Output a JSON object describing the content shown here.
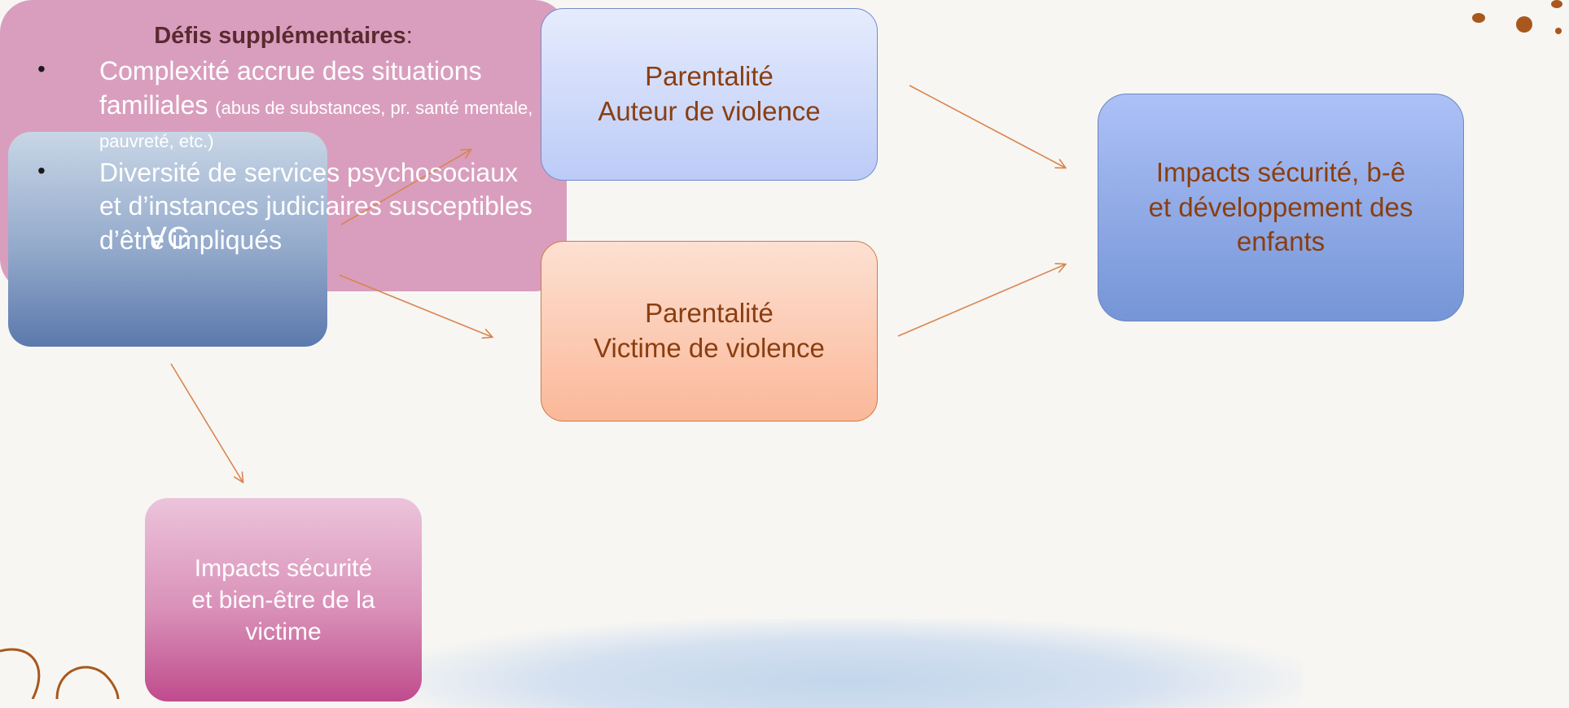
{
  "nodes": {
    "vc": "VC",
    "auteur": {
      "line1": "Parentalité",
      "line2": "Auteur de violence"
    },
    "victime": {
      "line1": "Parentalité",
      "line2": "Victime de violence"
    },
    "impacts_enfants": {
      "line1": "Impacts sécurité, b-ê",
      "line2": "et développement des",
      "line3": "enfants"
    },
    "impacts_victime": {
      "line1": "Impacts sécurité",
      "line2": "et bien-être de la",
      "line3": "victime"
    }
  },
  "defis": {
    "title": "Défis supplémentaires",
    "title_suffix": ":",
    "items": [
      {
        "text": "Complexité accrue des situations familiales",
        "note": "(abus de substances, pr. santé mentale, pauvreté, etc.)"
      },
      {
        "text": "Diversité de services psychosociaux et d’instances  judiciaires susceptibles d’être impliqués",
        "note": ""
      }
    ],
    "bullet": "•"
  },
  "colors": {
    "arrow": "#d9854e",
    "text_brown": "#8a3e10",
    "decor": "#a9571d"
  }
}
